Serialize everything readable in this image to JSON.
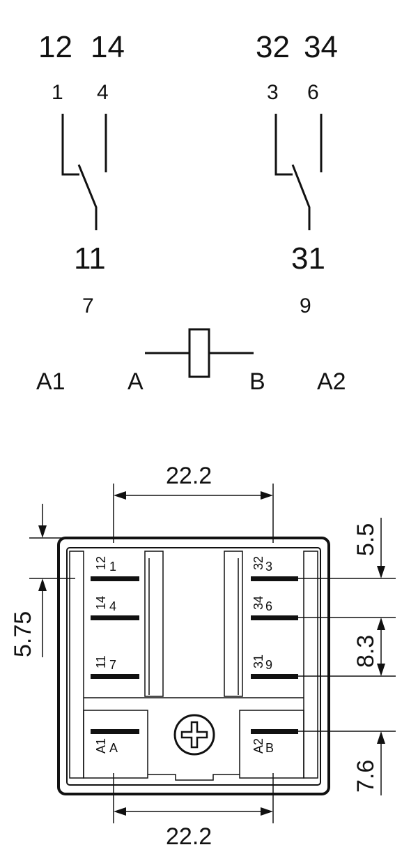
{
  "schematic": {
    "contact_1": {
      "no_terminal": "12",
      "nc_terminal": "14",
      "no_pin": "1",
      "nc_pin": "4",
      "com_terminal": "11",
      "com_pin": "7"
    },
    "contact_2": {
      "no_terminal": "32",
      "nc_terminal": "34",
      "no_pin": "3",
      "nc_pin": "6",
      "com_terminal": "31",
      "com_pin": "9"
    },
    "coil": {
      "left_terminal": "A1",
      "left_pin": "A",
      "right_pin": "B",
      "right_terminal": "A2"
    }
  },
  "footprint": {
    "pins_left": [
      {
        "terminal": "12",
        "pin": "1"
      },
      {
        "terminal": "14",
        "pin": "4"
      },
      {
        "terminal": "11",
        "pin": "7"
      },
      {
        "terminal": "A1",
        "pin": "A"
      }
    ],
    "pins_right": [
      {
        "terminal": "32",
        "pin": "3"
      },
      {
        "terminal": "34",
        "pin": "6"
      },
      {
        "terminal": "31",
        "pin": "9"
      },
      {
        "terminal": "A2",
        "pin": "B"
      }
    ],
    "dimensions": {
      "top_width": "22.2",
      "bottom_width": "22.2",
      "left_offset": "5.75",
      "right_top": "5.5",
      "right_pitch": "8.3",
      "right_bottom": "7.6"
    }
  }
}
